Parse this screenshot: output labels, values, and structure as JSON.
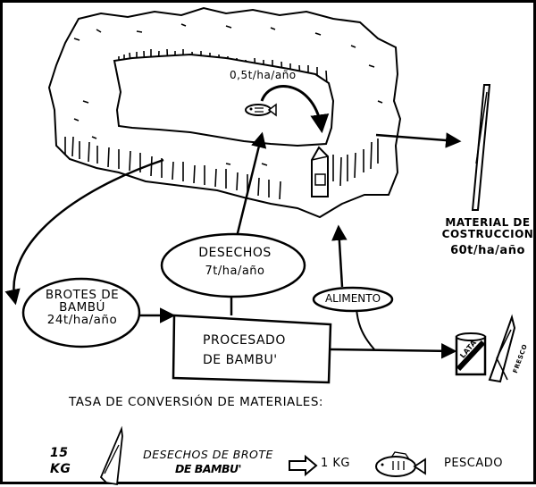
{
  "pond": {
    "fish_yield": "0,5t/ha/año"
  },
  "construction": {
    "line1": "MATERIAL DE",
    "line2": "COSTRUCCION",
    "rate": "60t/ha/año"
  },
  "waste": {
    "title": "DESECHOS",
    "rate": "7t/ha/año"
  },
  "sprouts": {
    "line1": "BROTES DE",
    "line2": "BAMBÚ",
    "rate": "24t/ha/año"
  },
  "processing": {
    "line1": "PROCESADO",
    "line2": "DE BAMBU'"
  },
  "food": {
    "label": "ALIMENTO"
  },
  "products": {
    "can_label": "LATA",
    "fresh_label": "FRESCO"
  },
  "conversion": {
    "title": "TASA DE CONVERSIÓN DE MATERIALES:",
    "input_qty_line1": "15",
    "input_qty_line2": "KG",
    "input_desc_line1": "DESECHOS DE BROTE",
    "input_desc_line2": "DE BAMBU'",
    "output_qty": "1 KG",
    "output_desc": "PESCADO"
  },
  "icons": [
    "pond-icon",
    "fish-icon",
    "house-icon",
    "bamboo-pole-icon",
    "can-icon",
    "bamboo-shoot-icon",
    "arrow-icon"
  ]
}
